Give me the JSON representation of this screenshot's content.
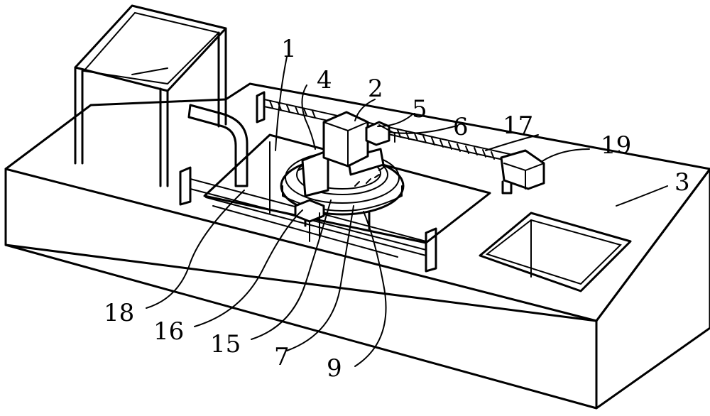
{
  "labels": {
    "l1": "1",
    "l2": "2",
    "l3": "3",
    "l4": "4",
    "l5": "5",
    "l6": "6",
    "l7": "7",
    "l9": "9",
    "l15": "15",
    "l16": "16",
    "l17": "17",
    "l18": "18",
    "l19": "19"
  }
}
